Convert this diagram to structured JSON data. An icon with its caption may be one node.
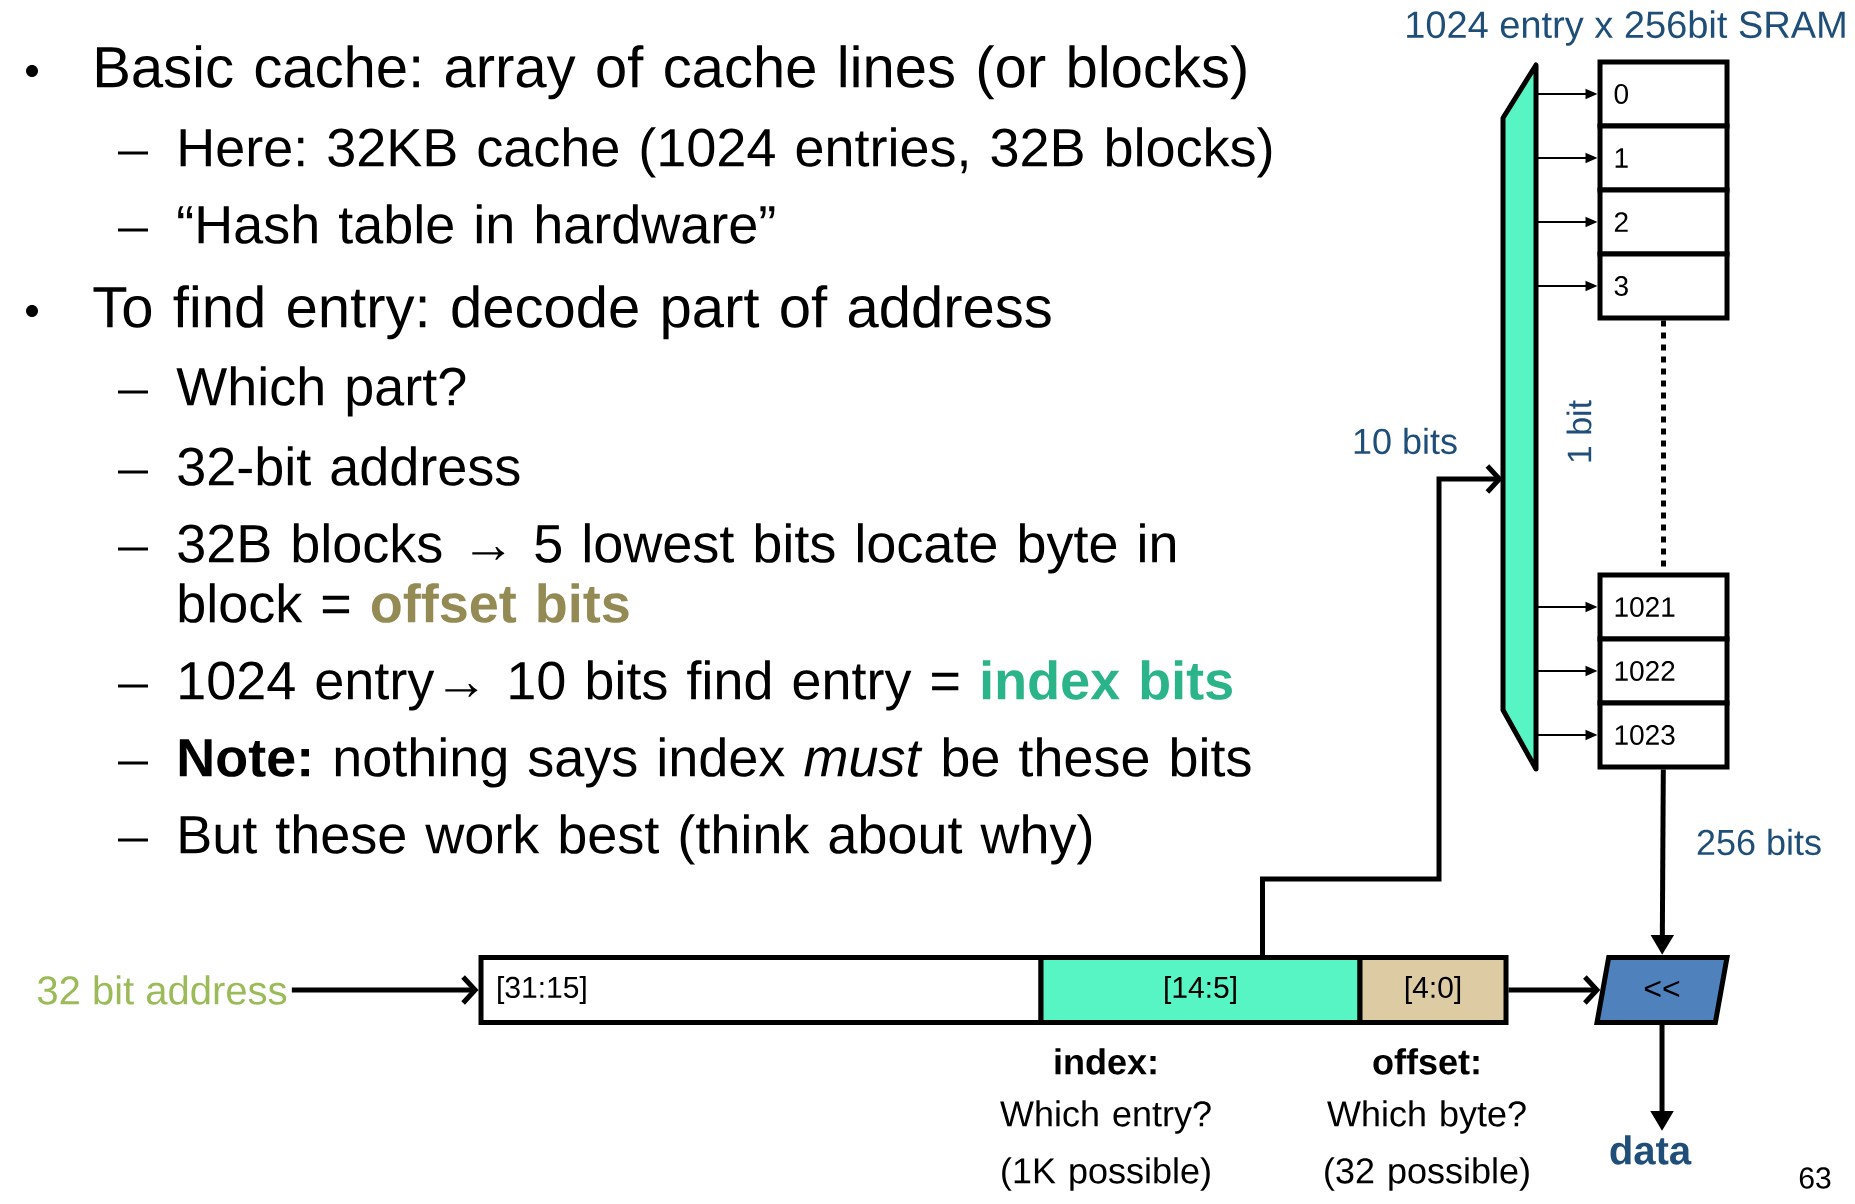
{
  "diagram": {
    "nodes": [
      {
        "text": [
          "32 bit address"
        ]
      },
      {
        "text": [
          "[31:15]"
        ]
      },
      {
        "text": [
          "[14:5]"
        ],
        "beside": [
          "index:",
          "Which entry? (1K possible)"
        ]
      },
      {
        "text": [
          "[4:0]"
        ],
        "beside": [
          "offset:",
          "Which byte? (32 possible)"
        ]
      },
      {
        "text": [],
        "shape": "trapezoid"
      },
      {
        "text": [
          "0"
        ]
      },
      {
        "text": [
          "1"
        ]
      },
      {
        "text": [
          "2"
        ]
      },
      {
        "text": [
          "3"
        ]
      },
      {
        "text": [
          "1021"
        ]
      },
      {
        "text": [
          "1022"
        ]
      },
      {
        "text": [
          "1023"
        ]
      },
      {
        "text": [
          "<<"
        ]
      },
      {
        "text": [
          "data"
        ]
      }
    ],
    "edges": [
      {
        "from": 0,
        "to": 1,
        "arrow": "to",
        "style": "thick"
      },
      {
        "from": 2,
        "to": 4,
        "arrow": "to",
        "style": "thick",
        "label": "10 bits"
      },
      {
        "from": 4,
        "to": 5,
        "arrow": "to"
      },
      {
        "from": 4,
        "to": 6,
        "arrow": "to"
      },
      {
        "from": 4,
        "to": 7,
        "arrow": "to"
      },
      {
        "from": 4,
        "to": 8,
        "arrow": "to"
      },
      {
        "from": 4,
        "to": 9,
        "arrow": "to"
      },
      {
        "from": 4,
        "to": 10,
        "arrow": "to"
      },
      {
        "from": 4,
        "to": 11,
        "arrow": "to"
      },
      {
        "from": 8,
        "to": 9,
        "arrow": "none",
        "style": "dashed"
      },
      {
        "from": 11,
        "to": 12,
        "arrow": "to",
        "style": "thick",
        "label": "256 bits"
      },
      {
        "from": 3,
        "to": 12,
        "arrow": "to",
        "style": "thick"
      },
      {
        "from": 12,
        "to": 13,
        "arrow": "to",
        "style": "thick"
      }
    ],
    "labels": [
      "Basic cache: array of cache lines (or blocks)",
      "Here: 32KB cache (1024 entries, 32B blocks)",
      "“Hash table in hardware”",
      "To find entry: decode part of address",
      "Which part?",
      "32-bit address",
      "32B blocks → 5 lowest bits locate byte in block = **offset bits**",
      "1024 entry→ 10 bits find entry = **index bits**",
      "**Note:** nothing says index *must* be these bits",
      "But these work best (think about why)",
      "1024 entry x 256bit SRAM",
      "1 bit",
      "63"
    ]
  }
}
